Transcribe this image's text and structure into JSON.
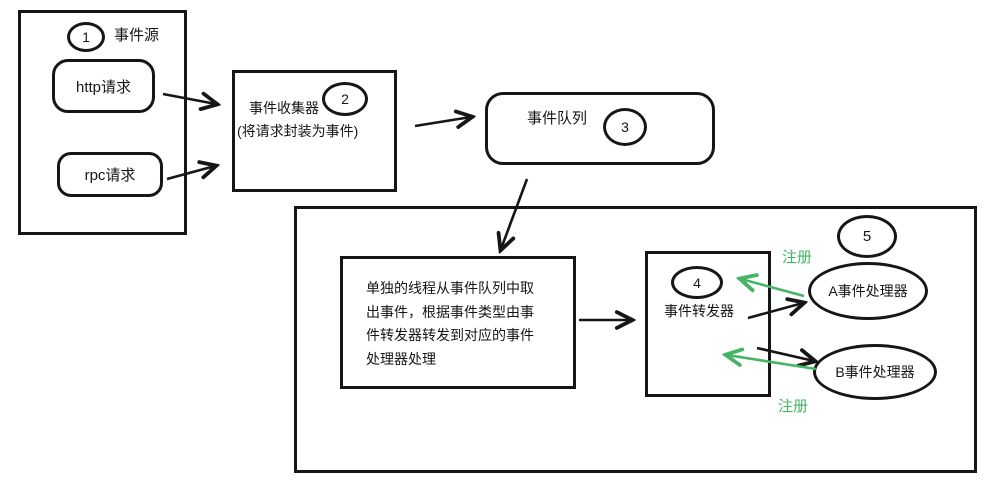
{
  "diagram": {
    "source": {
      "number": "1",
      "label": "事件源",
      "http_label": "http请求",
      "rpc_label": "rpc请求"
    },
    "collector": {
      "number": "2",
      "label": "事件收集器",
      "note": "(将请求封装为事件)"
    },
    "queue": {
      "number": "3",
      "label": "事件队列"
    },
    "worker_note": {
      "line1": "单独的线程从事件队列中取",
      "line2": "出事件，根据事件类型由事",
      "line3": "件转发器转发到对应的事件",
      "line4": "处理器处理"
    },
    "forwarder": {
      "number": "4",
      "label": "事件转发器"
    },
    "handlers": {
      "number": "5",
      "handler_a_label": "A事件处理器",
      "handler_b_label": "B事件处理器"
    },
    "register_top": "注册",
    "register_bottom": "注册",
    "colors": {
      "stroke": "#161616",
      "register_green": "#45b464",
      "background": "#ffffff"
    }
  }
}
